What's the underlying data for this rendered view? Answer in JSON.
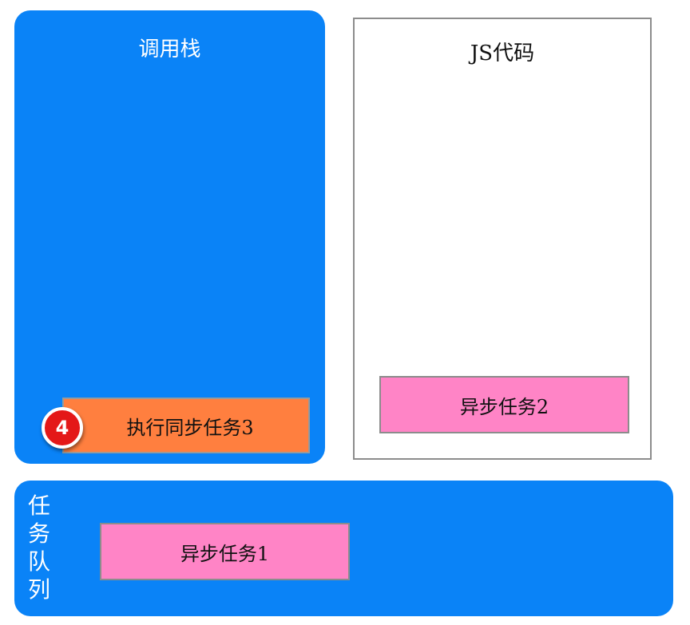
{
  "call_stack": {
    "title": "调用栈",
    "item_label": "执行同步任务3",
    "step_number": "4"
  },
  "js_code": {
    "title": "JS代码",
    "task_label": "异步任务2"
  },
  "task_queue": {
    "title": "任务队列",
    "task_label": "异步任务1"
  },
  "colors": {
    "container_blue": "#0A83F7",
    "sync_task_orange": "#FF7F3F",
    "async_task_pink": "#FF84C6",
    "badge_red": "#E41818"
  }
}
